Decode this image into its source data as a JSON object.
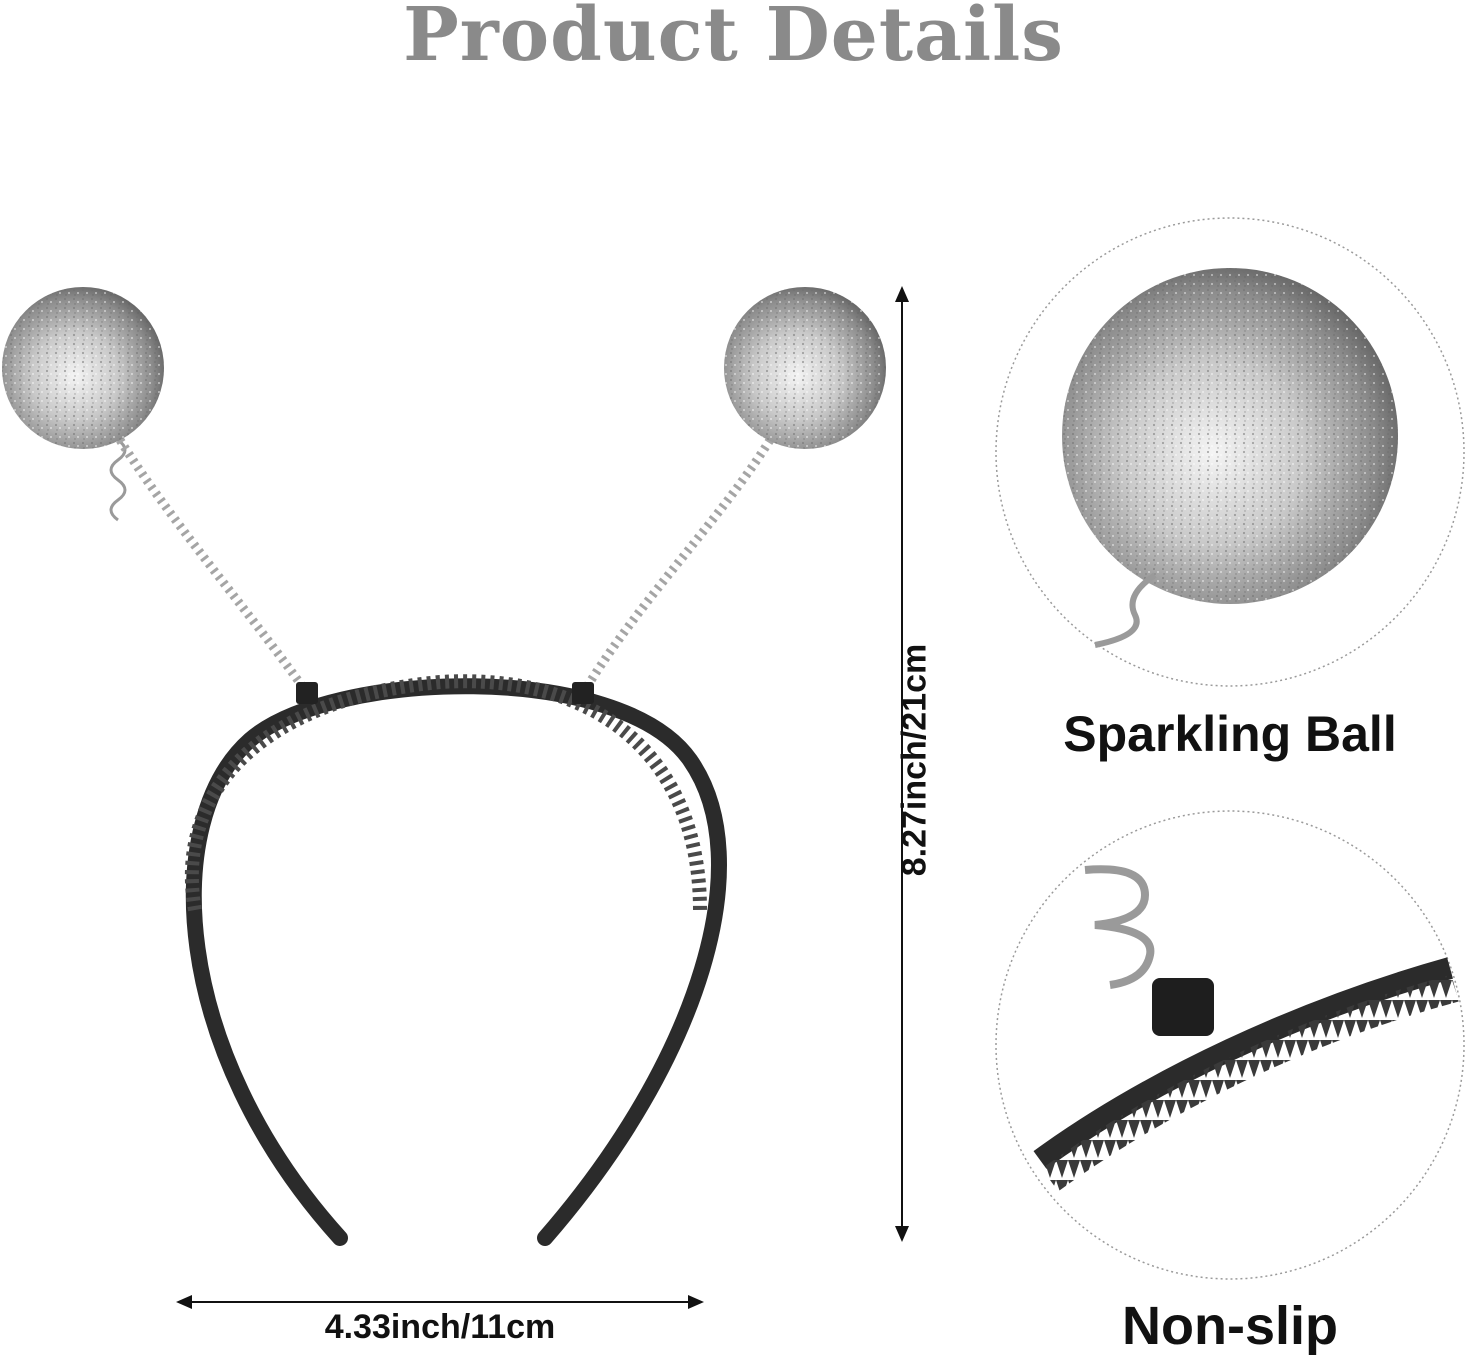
{
  "header": {
    "title": "Product Details"
  },
  "dimensions": {
    "width_label": "4.33inch/11cm",
    "height_label": "8.27inch/21cm"
  },
  "features": [
    {
      "caption": "Sparkling Ball",
      "icon": "sparkling-ball-closeup"
    },
    {
      "caption": "Non-slip",
      "icon": "non-slip-teeth-closeup"
    }
  ],
  "colors": {
    "title": "#8a8a8a",
    "headband": "#2b2b2b",
    "glitter": "#b8b8b8",
    "text": "#111111"
  }
}
